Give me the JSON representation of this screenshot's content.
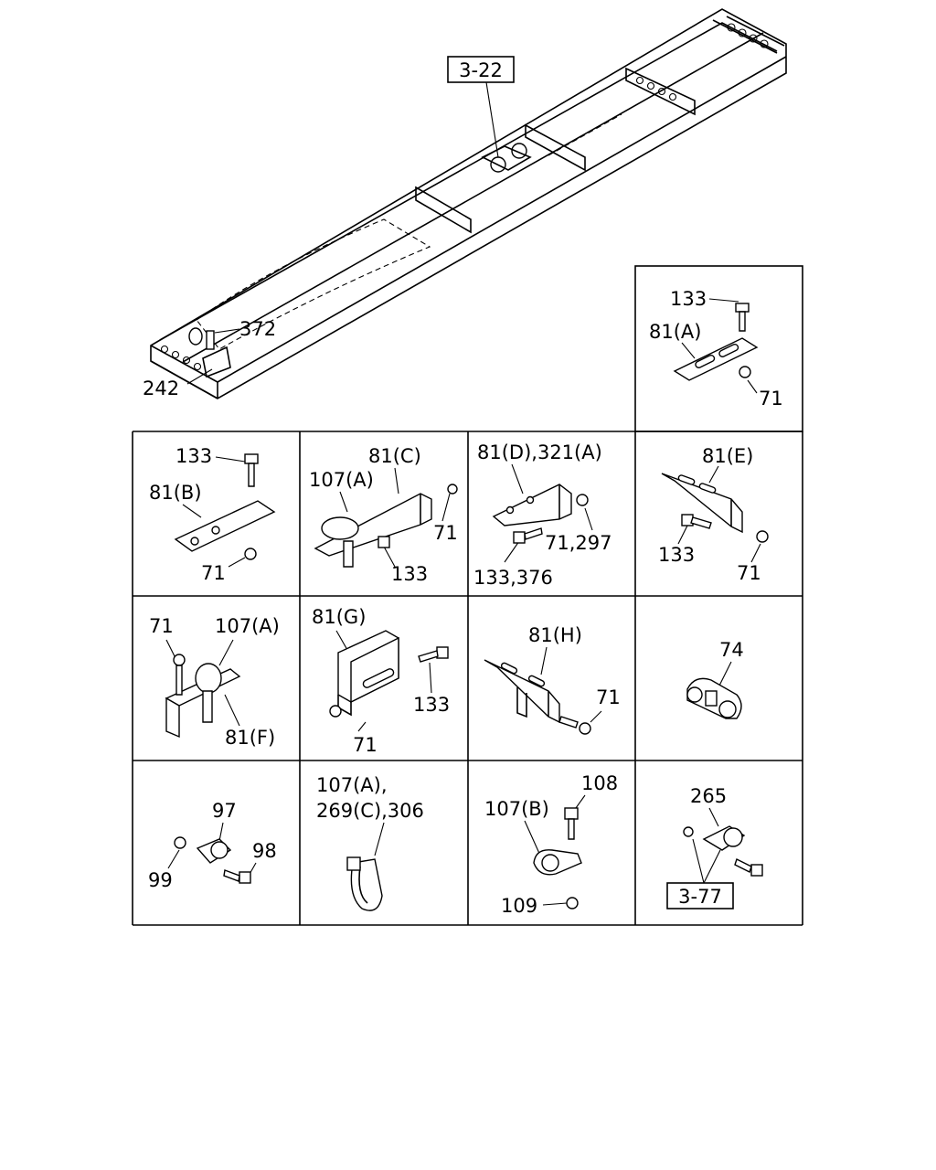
{
  "frame": {
    "ref_box": "3-22",
    "callouts": [
      "372",
      "242"
    ]
  },
  "panels": [
    {
      "id": "a",
      "labels": [
        "133",
        "81(A)",
        "71"
      ]
    },
    {
      "id": "b",
      "labels": [
        "133",
        "81(B)",
        "71"
      ]
    },
    {
      "id": "c",
      "labels": [
        "81(C)",
        "107(A)",
        "71",
        "133"
      ]
    },
    {
      "id": "d",
      "labels": [
        "81(D),321(A)",
        "71,297",
        "133,376"
      ]
    },
    {
      "id": "e",
      "labels": [
        "81(E)",
        "133",
        "71"
      ]
    },
    {
      "id": "f",
      "labels": [
        "71",
        "107(A)",
        "81(F)"
      ]
    },
    {
      "id": "g",
      "labels": [
        "81(G)",
        "133",
        "71"
      ]
    },
    {
      "id": "h",
      "labels": [
        "81(H)",
        "71"
      ]
    },
    {
      "id": "i",
      "labels": [
        "74"
      ]
    },
    {
      "id": "j",
      "labels": [
        "97",
        "98",
        "99"
      ]
    },
    {
      "id": "k",
      "labels": [
        "107(A),",
        "269(C),306"
      ]
    },
    {
      "id": "l",
      "labels": [
        "108",
        "107(B)",
        "109"
      ]
    },
    {
      "id": "m",
      "labels": [
        "265"
      ],
      "ref_box": "3-77"
    }
  ]
}
